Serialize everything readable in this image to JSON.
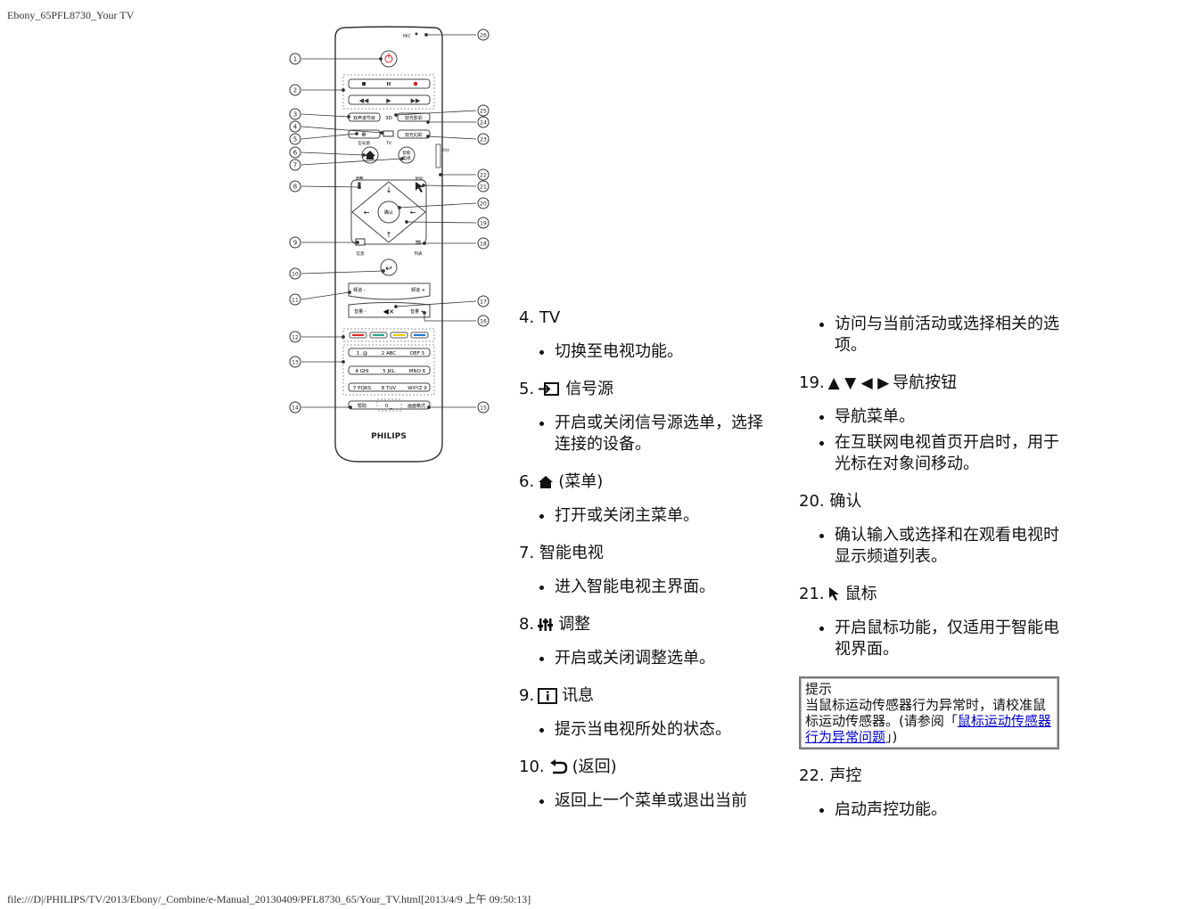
{
  "page": {
    "header": "Ebony_65PFL8730_Your TV",
    "footer": "file:///D|/PHILIPS/TV/2013/Ebony/_Combine/e-Manual_20130409/PFL8730_65/Your_TV.html[2013/4/9 上午 09:50:13]"
  },
  "remote": {
    "callouts": [
      "1",
      "2",
      "3",
      "4",
      "5",
      "6",
      "7",
      "8",
      "9",
      "10",
      "11",
      "12",
      "13",
      "14",
      "15",
      "16",
      "17",
      "18",
      "19",
      "20",
      "21",
      "22",
      "23",
      "24",
      "25",
      "26"
    ],
    "mic": "MIC",
    "brand": "PHILIPS",
    "btn_3": "双声道节目",
    "btn_3d": "3D",
    "btn_24": "双光影彩",
    "btn_source": "信号源",
    "btn_tv": "TV",
    "btn_23": "双光幻彩",
    "btn_smart": "智能\n电视",
    "btn_adjust": "调整",
    "btn_mouse": "鼠标",
    "btn_ok": "确认",
    "btn_info": "信息",
    "btn_list": "列表",
    "btn_ch_minus": "频道 -",
    "btn_ch_plus": "频道 +",
    "btn_vol_minus": "音量 -",
    "btn_vol_plus": "音量 +",
    "keys": [
      "1 .@",
      "2 ABC",
      "DEF 3",
      "4 GHI",
      "5 JKL",
      "MNO 6",
      "7 PQRS",
      "8 TUV",
      "WXYZ 9"
    ],
    "btn_help": "帮助",
    "btn_zero": "0 _",
    "btn_picture": "画面格式",
    "voice_label": "声控"
  },
  "col1": {
    "s4_title": "4. TV",
    "s4_b1": "切换至电视功能。",
    "s5_num": "5.",
    "s5_title": "信号源",
    "s5_b1": "开启或关闭信号源选单，选择连接的设备。",
    "s6_num": "6.",
    "s6_title": "(菜单)",
    "s6_b1": "打开或关闭主菜单。",
    "s7_title": "7. 智能电视",
    "s7_b1": "进入智能电视主界面。",
    "s8_num": "8.",
    "s8_title": "调整",
    "s8_b1": "开启或关闭调整选单。",
    "s9_num": "9.",
    "s9_title": "讯息",
    "s9_b1": "提示当电视所处的状态。",
    "s10_num": "10.",
    "s10_title": "(返回)",
    "s10_b1": "返回上一个菜单或退出当前"
  },
  "col2": {
    "cont_b1": "访问与当前活动或选择相关的选项。",
    "s19_num": "19.",
    "s19_arrows": "▲ ▼ ◀ ▶",
    "s19_title": "导航按钮",
    "s19_b1": "导航菜单。",
    "s19_b2": "在互联网电视首页开启时，用于光标在对象间移动。",
    "s20_title": "20. 确认",
    "s20_b1": "确认输入或选择和在观看电视时显示频道列表。",
    "s21_num": "21.",
    "s21_title": "鼠标",
    "s21_b1": "开启鼠标功能，仅适用于智能电视界面。",
    "tip_title": "提示",
    "tip_text": "当鼠标运动传感器行为异常时，请校准鼠标运动传感器。(请参阅「",
    "tip_link": "鼠标运动传感器行为异常问题",
    "tip_end": "」)",
    "s22_title": "22. 声控",
    "s22_b1": "启动声控功能。"
  }
}
